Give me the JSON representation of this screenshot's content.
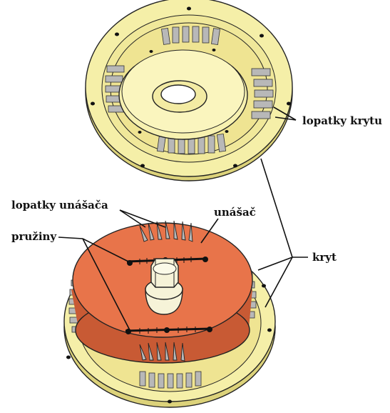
{
  "labels": {
    "cover_vanes": "lopatky krytu",
    "carrier_vanes": "lopatky unášača",
    "carrier": "unášač",
    "springs": "pružiny",
    "cover": "kryt"
  },
  "colors": {
    "cover": "#f5efa8",
    "cover_edge": "#dcd27a",
    "carrier": "#e8744a",
    "vane": "#b8b8b8",
    "nut": "#f6f3d8",
    "line": "#111111"
  }
}
